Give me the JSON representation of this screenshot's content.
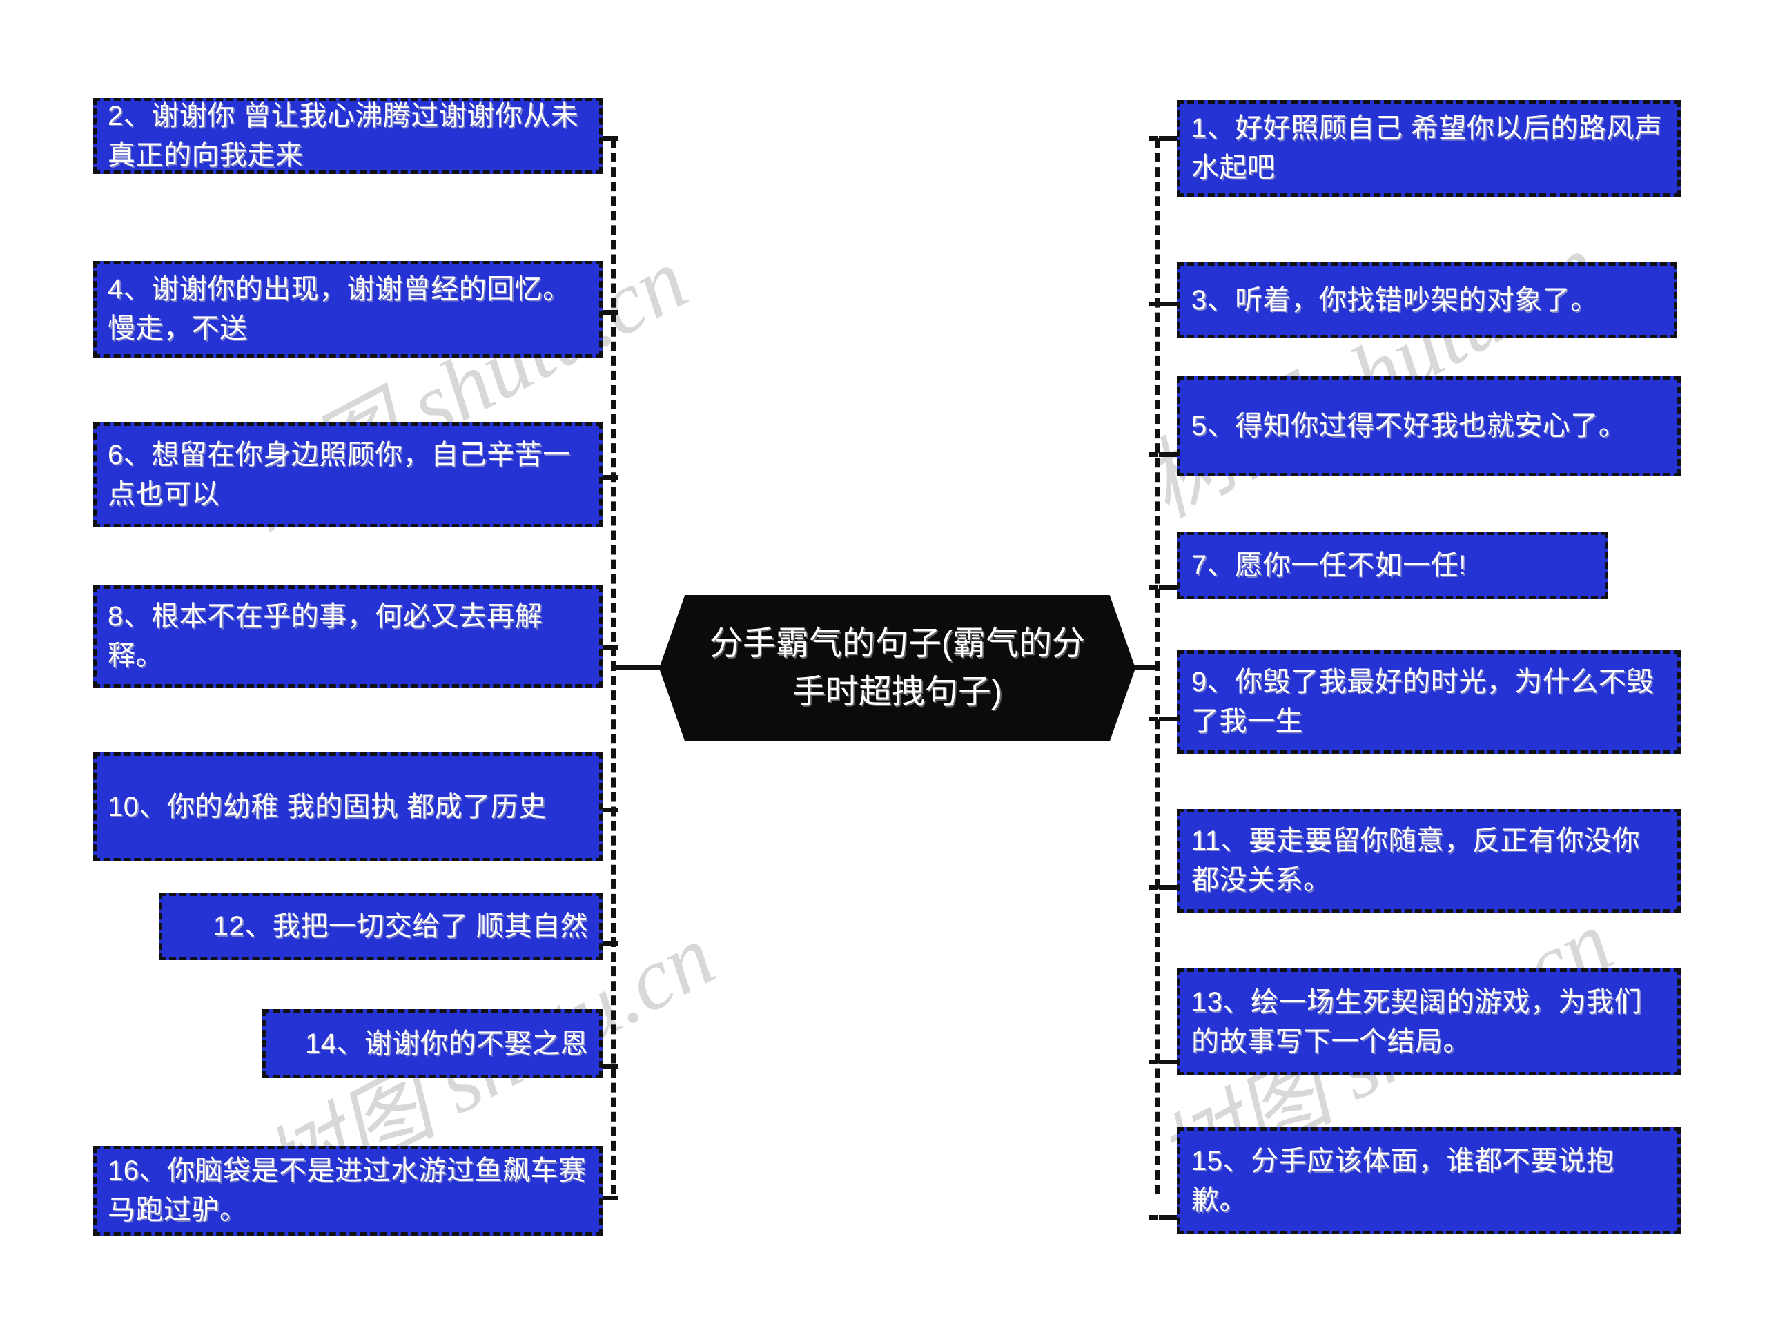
{
  "diagram": {
    "type": "mind-map",
    "center": {
      "title": "分手霸气的句子(霸气的分手时超拽句子)",
      "shape": "hexagon-arrow",
      "fill_color": "#0b0b0b",
      "text_color": "#ffffff"
    },
    "style": {
      "background_color": "#ffffff",
      "node_fill_color": "#2533d4",
      "node_border_color": "#111111",
      "node_text_color": "#ffffff",
      "connector_color": "#111111",
      "connector_style": "dashed"
    },
    "left_branch": [
      {
        "id": "n2",
        "text": "2、谢谢你 曾让我心沸腾过谢谢你从未真正的向我走来"
      },
      {
        "id": "n4",
        "text": "4、谢谢你的出现，谢谢曾经的回忆。慢走，不送"
      },
      {
        "id": "n6",
        "text": "6、想留在你身边照顾你，自己辛苦一点也可以"
      },
      {
        "id": "n8",
        "text": "8、根本不在乎的事，何必又去再解释。"
      },
      {
        "id": "n10",
        "text": "10、你的幼稚 我的固执 都成了历史"
      },
      {
        "id": "n12",
        "text": "12、我把一切交给了 顺其自然"
      },
      {
        "id": "n14",
        "text": "14、谢谢你的不娶之恩"
      },
      {
        "id": "n16",
        "text": "16、你脑袋是不是进过水游过鱼飙车赛马跑过驴。"
      }
    ],
    "right_branch": [
      {
        "id": "n1",
        "text": "1、好好照顾自己 希望你以后的路风声水起吧"
      },
      {
        "id": "n3",
        "text": "3、听着，你找错吵架的对象了。"
      },
      {
        "id": "n5",
        "text": "5、得知你过得不好我也就安心了。"
      },
      {
        "id": "n7",
        "text": "7、愿你一任不如一任!"
      },
      {
        "id": "n9",
        "text": "9、你毁了我最好的时光，为什么不毁了我一生"
      },
      {
        "id": "n11",
        "text": "11、要走要留你随意，反正有你没你都没关系。"
      },
      {
        "id": "n13",
        "text": "13、绘一场生死契阔的游戏，为我们的故事写下一个结局。"
      },
      {
        "id": "n15",
        "text": "15、分手应该体面，谁都不要说抱歉。"
      }
    ]
  },
  "watermarks": {
    "text": "树图 shutu.cn",
    "color": "#d8d8d8"
  }
}
